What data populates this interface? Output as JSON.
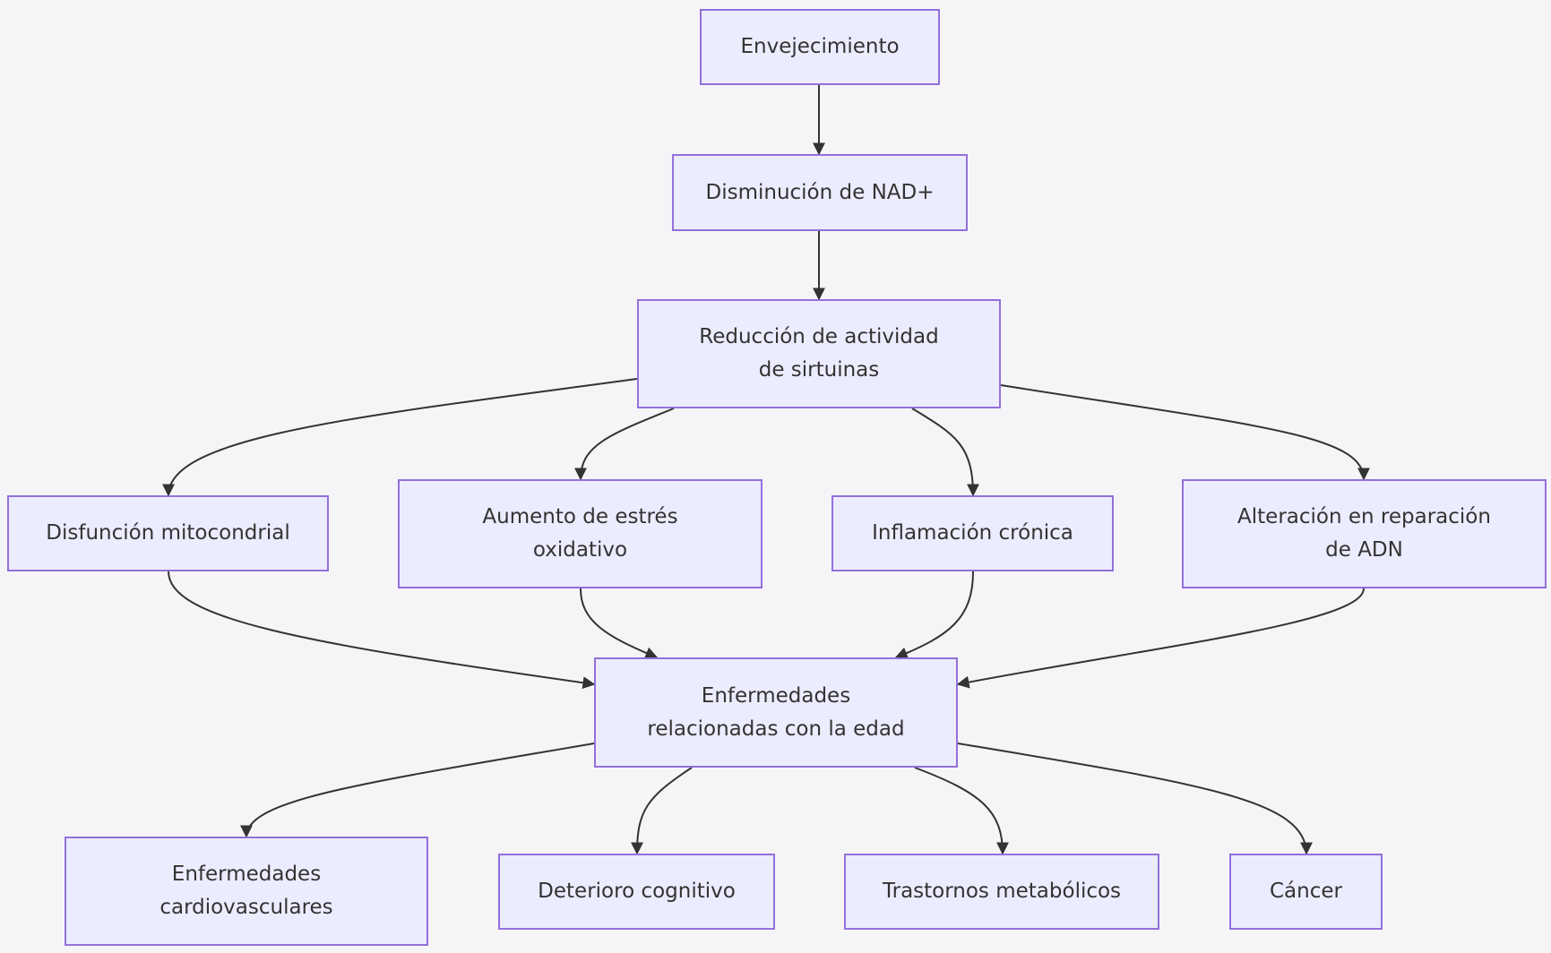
{
  "nodes": {
    "envejecimiento": "Envejecimiento",
    "nad": "Disminución de NAD+",
    "sirtuinas": "Reducción de actividad de sirtuinas",
    "mito": "Disfunción mitocondrial",
    "oxidativo": "Aumento de estrés oxidativo",
    "inflamacion": "Inflamación crónica",
    "adn": "Alteración en reparación de ADN",
    "enfermedades": "Enfermedades relacionadas con la edad",
    "cardio": "Enfermedades cardiovasculares",
    "cognitivo": "Deterioro cognitivo",
    "metabolicos": "Trastornos metabólicos",
    "cancer": "Cáncer"
  },
  "edges": [
    [
      "envejecimiento",
      "nad"
    ],
    [
      "nad",
      "sirtuinas"
    ],
    [
      "sirtuinas",
      "mito"
    ],
    [
      "sirtuinas",
      "oxidativo"
    ],
    [
      "sirtuinas",
      "inflamacion"
    ],
    [
      "sirtuinas",
      "adn"
    ],
    [
      "mito",
      "enfermedades"
    ],
    [
      "oxidativo",
      "enfermedades"
    ],
    [
      "inflamacion",
      "enfermedades"
    ],
    [
      "adn",
      "enfermedades"
    ],
    [
      "enfermedades",
      "cardio"
    ],
    [
      "enfermedades",
      "cognitivo"
    ],
    [
      "enfermedades",
      "metabolicos"
    ],
    [
      "enfermedades",
      "cancer"
    ]
  ],
  "colors": {
    "background": "#f5f5f8",
    "node_fill": "#ececff",
    "node_border": "#9370db",
    "edge": "#333333",
    "text": "#333333"
  }
}
